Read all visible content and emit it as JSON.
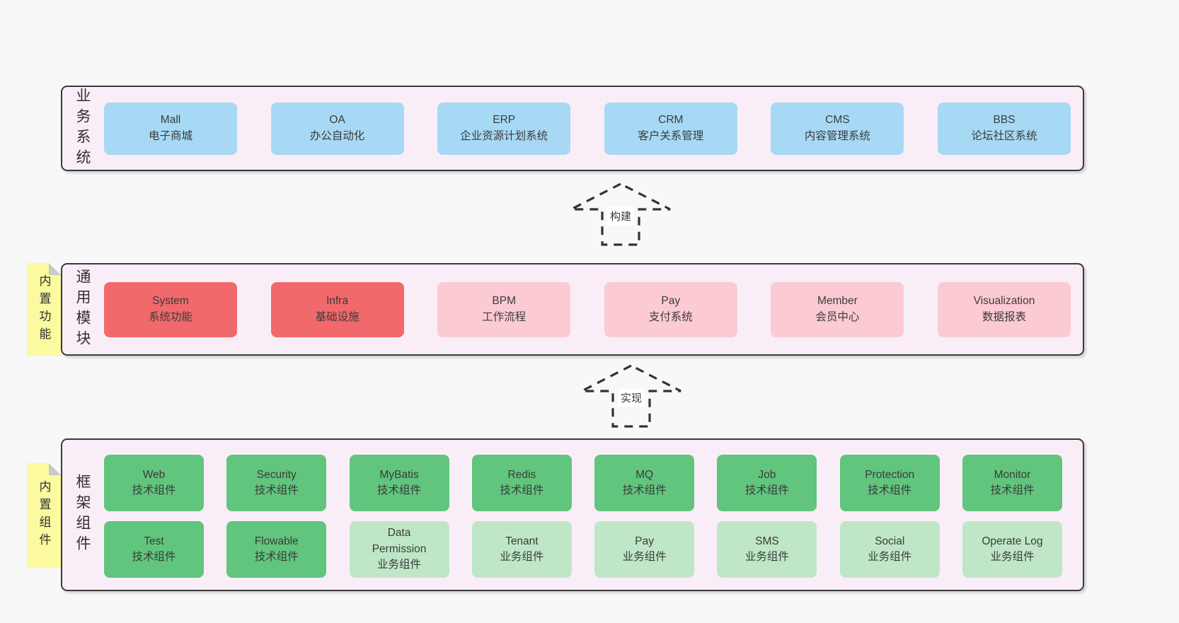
{
  "diagram": {
    "layers": [
      {
        "side_label": "业务系统",
        "boxes": [
          {
            "title": "Mall",
            "subtitle": "电子商城",
            "variant": "blue"
          },
          {
            "title": "OA",
            "subtitle": "办公自动化",
            "variant": "blue"
          },
          {
            "title": "ERP",
            "subtitle": "企业资源计划系统",
            "variant": "blue"
          },
          {
            "title": "CRM",
            "subtitle": "客户关系管理",
            "variant": "blue"
          },
          {
            "title": "CMS",
            "subtitle": "内容管理系统",
            "variant": "blue"
          },
          {
            "title": "BBS",
            "subtitle": "论坛社区系统",
            "variant": "blue"
          }
        ]
      },
      {
        "side_label": "通用模块",
        "note": "内置功能",
        "boxes": [
          {
            "title": "System",
            "subtitle": "系统功能",
            "variant": "red"
          },
          {
            "title": "Infra",
            "subtitle": "基础设施",
            "variant": "red"
          },
          {
            "title": "BPM",
            "subtitle": "工作流程",
            "variant": "pink"
          },
          {
            "title": "Pay",
            "subtitle": "支付系统",
            "variant": "pink"
          },
          {
            "title": "Member",
            "subtitle": "会员中心",
            "variant": "pink"
          },
          {
            "title": "Visualization",
            "subtitle": "数据报表",
            "variant": "pink"
          }
        ]
      },
      {
        "side_label": "框架组件",
        "note": "内置组件",
        "box_rows": [
          [
            {
              "title": "Web",
              "subtitle": "技术组件",
              "variant": "green"
            },
            {
              "title": "Security",
              "subtitle": "技术组件",
              "variant": "green"
            },
            {
              "title": "MyBatis",
              "subtitle": "技术组件",
              "variant": "green"
            },
            {
              "title": "Redis",
              "subtitle": "技术组件",
              "variant": "green"
            },
            {
              "title": "MQ",
              "subtitle": "技术组件",
              "variant": "green"
            },
            {
              "title": "Job",
              "subtitle": "技术组件",
              "variant": "green"
            },
            {
              "title": "Protection",
              "subtitle": "技术组件",
              "variant": "green"
            },
            {
              "title": "Monitor",
              "subtitle": "技术组件",
              "variant": "green"
            }
          ],
          [
            {
              "title": "Test",
              "subtitle": "技术组件",
              "variant": "green"
            },
            {
              "title": "Flowable",
              "subtitle": "技术组件",
              "variant": "green"
            },
            {
              "title": "Data Permission",
              "subtitle": "业务组件",
              "variant": "lightgreen"
            },
            {
              "title": "Tenant",
              "subtitle": "业务组件",
              "variant": "lightgreen"
            },
            {
              "title": "Pay",
              "subtitle": "业务组件",
              "variant": "lightgreen"
            },
            {
              "title": "SMS",
              "subtitle": "业务组件",
              "variant": "lightgreen"
            },
            {
              "title": "Social",
              "subtitle": "业务组件",
              "variant": "lightgreen"
            },
            {
              "title": "Operate Log",
              "subtitle": "业务组件",
              "variant": "lightgreen"
            }
          ]
        ]
      }
    ],
    "arrows": [
      {
        "label": "构建"
      },
      {
        "label": "实现"
      }
    ],
    "colors": {
      "page_bg": "#f8f8f8",
      "layer_bg": "#f9eef8",
      "layer_border": "#3a3a3a",
      "blue": "#a7d9f5",
      "red": "#f2696b",
      "pink": "#fccad3",
      "green": "#61c57d",
      "light_green": "#bfe7c7",
      "note_yellow": "#fbfa9e",
      "arrow_stroke": "#333333"
    }
  }
}
